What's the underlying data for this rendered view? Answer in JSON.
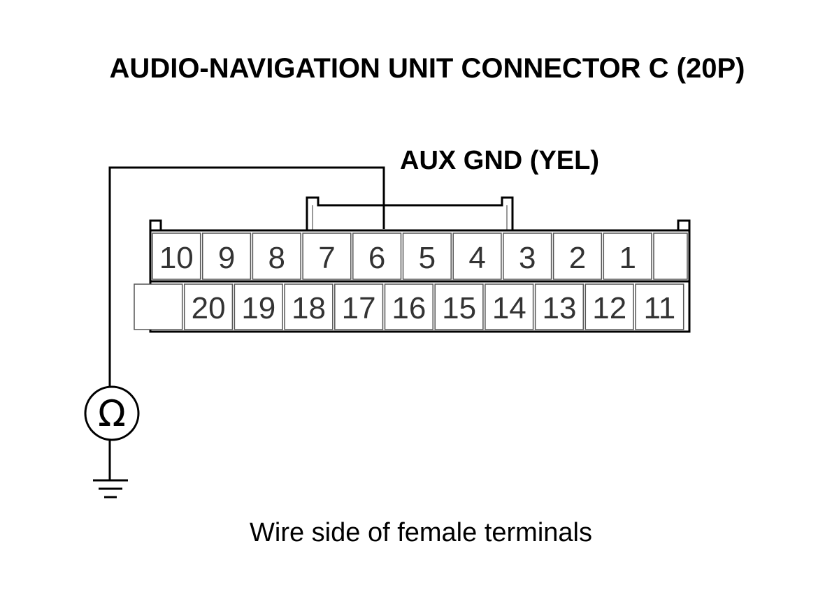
{
  "title": "AUDIO-NAVIGATION UNIT CONNECTOR C (20P)",
  "terminal_label": "AUX GND (YEL)",
  "probe_terminal": "6",
  "meter_symbol": "Ω",
  "meter_icon": "ohmmeter-icon",
  "ground_icon": "ground-icon",
  "caption": "Wire side of female terminals",
  "connector": {
    "top_row": [
      "10",
      "9",
      "8",
      "7",
      "6",
      "5",
      "4",
      "3",
      "2",
      "1",
      ""
    ],
    "bottom_row": [
      "",
      "20",
      "19",
      "18",
      "17",
      "16",
      "15",
      "14",
      "13",
      "12",
      "11"
    ]
  }
}
